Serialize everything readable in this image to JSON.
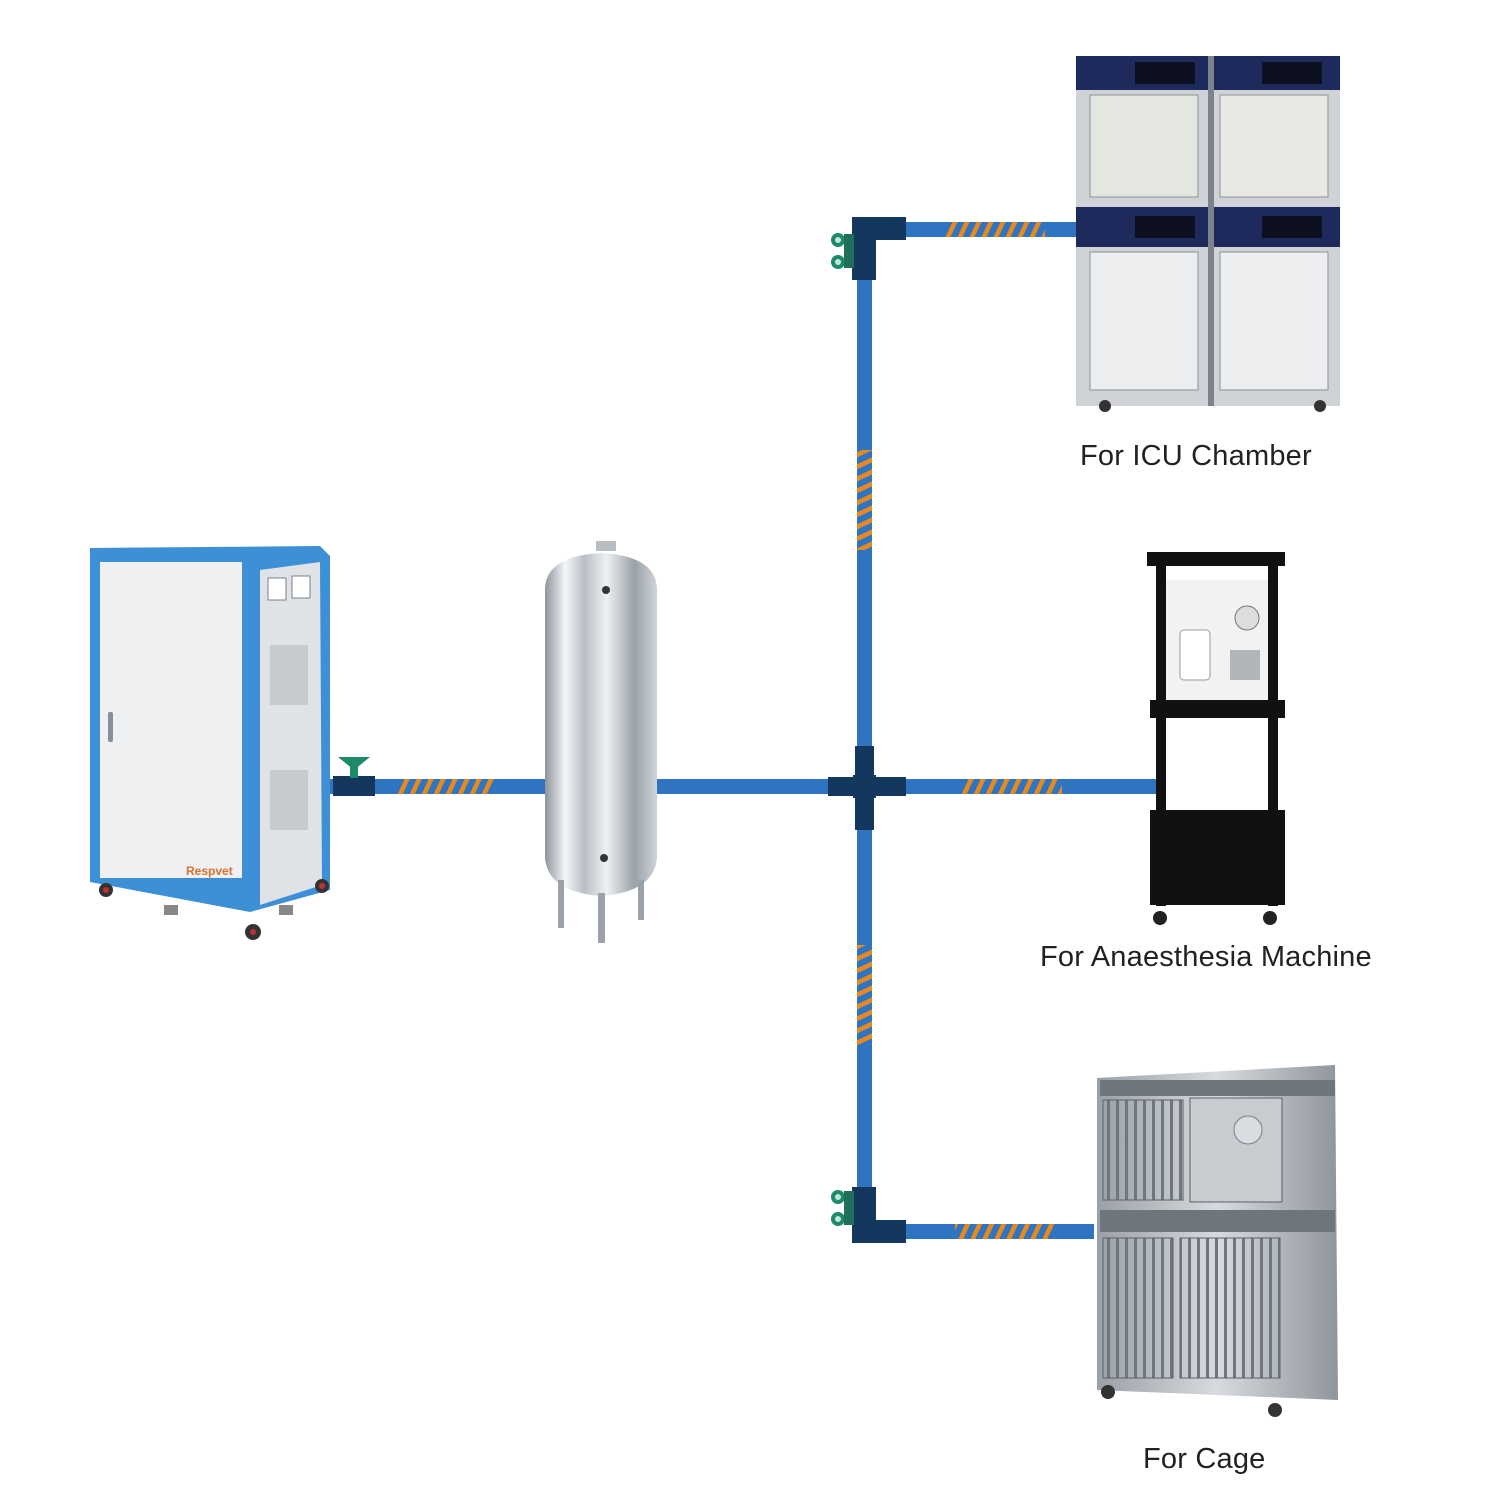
{
  "colors": {
    "pipe": "#2f74c0",
    "pipe_joint": "#14375e",
    "stripe": "#e8891e",
    "valve": "#1f8a6a",
    "generator_frame": "#3d8fd6",
    "generator_panel": "#e9ecef",
    "steel": "#c9ced3"
  },
  "generator": {
    "brand": "Respvet",
    "icon": "oxygen-generator-icon"
  },
  "tank": {
    "icon": "stainless-buffer-tank-icon"
  },
  "destinations": {
    "icu": {
      "label": "For ICU Chamber",
      "icon": "icu-chamber-icon"
    },
    "anaesthesia": {
      "label": "For Anaesthesia Machine",
      "icon": "anaesthesia-machine-icon"
    },
    "cage": {
      "label": "For Cage",
      "icon": "stainless-cage-icon"
    }
  }
}
